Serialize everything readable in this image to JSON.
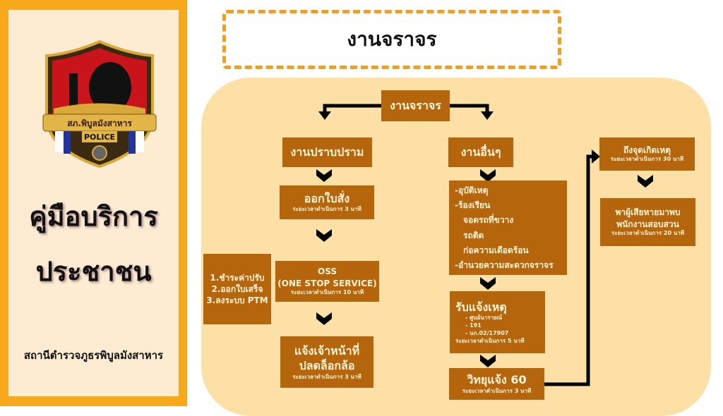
{
  "sidebar": {
    "logo_text": "สภ.พิบูลมังสาหาร",
    "logo_badge": "POLICE",
    "title_line1": "คู่มือบริการ",
    "title_line2": "ประชาชน",
    "station": "สถานีตำรวจภูธรพิบูลมังสาหาร"
  },
  "header": {
    "title": "งานจราจร"
  },
  "flow": {
    "root": "งานจราจร",
    "left": {
      "head": "งานปราบปราม",
      "step1": {
        "title": "ออกใบสั่ง",
        "time": "ระยะเวลาดำเนินการ 3 นาที"
      },
      "step2": {
        "line1": "OSS",
        "line2": "(ONE STOP SERVICE)",
        "time": "ระยะเวลาดำเนินการ 10 นาที"
      },
      "side": [
        "1.ชำระค่าปรับ",
        "2.ออกใบเสร็จ",
        "3.ลงระบบ PTM"
      ],
      "step3": {
        "line1": "แจ้งเจ้าหน้าที่",
        "line2": "ปลดล็อกล้อ",
        "time": "ระยะเวลาดำเนินการ 3 นาที"
      }
    },
    "right": {
      "head": "งานอื่นๆ",
      "items": [
        "-อุบัติเหตุ",
        "-ร้องเรียน",
        "จอดรถที่ขวาง",
        "รถติด",
        "ก่อความเดือดร้อน",
        "-อำนวยความสะดวกจราจร"
      ],
      "report": {
        "title": "รับแจ้งเหตุ",
        "channels": [
          "- ศูนย์นารายณ์",
          "- 191",
          "- นก.02/17907"
        ],
        "time": "ระยะเวลาดำเนินการ 5 นาที"
      },
      "radio": {
        "title": "วิทยุแจ้ง 60",
        "time": "ระยะเวลาดำเนินการ 3 นาที"
      },
      "arrive": {
        "title": "ถึงจุดเกิดเหตุ",
        "time": "ระยะเวลาดำเนินการ 30 นาที"
      },
      "victim": {
        "line1": "พาผู้เสียหายมาพบ",
        "line2": "พนักงานสอบสวน",
        "time": "ระยะเวลาดำเนินการ 20 นาที"
      }
    }
  },
  "colors": {
    "accent": "#f7a81b",
    "box": "#b5650c",
    "area": "#fde0a6",
    "panel": "#fdebd2"
  }
}
